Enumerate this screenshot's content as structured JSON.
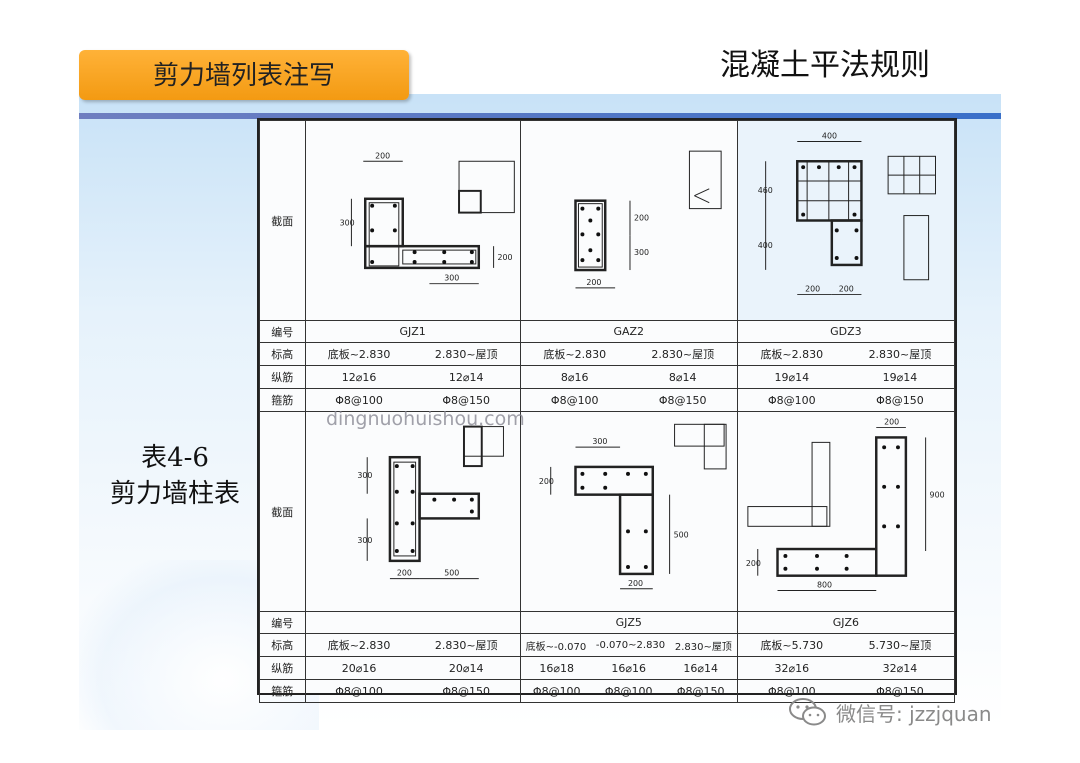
{
  "header": {
    "tab_label": "剪力墙列表注写",
    "slide_title": "混凝土平法规则"
  },
  "caption": {
    "line1": "表4-6",
    "line2": "剪力墙柱表"
  },
  "row_labels": {
    "section": "截面",
    "number": "编号",
    "elevation": "标高",
    "longitudinal": "纵筋",
    "stirrup": "箍筋"
  },
  "top_block": {
    "columns": [
      {
        "id": "GJZ1",
        "elevation": [
          "底板~2.830",
          "2.830~屋顶"
        ],
        "longitudinal": [
          "12⌀16",
          "12⌀14"
        ],
        "stirrup": [
          "Φ8@100",
          "Φ8@150"
        ],
        "dims": [
          "200",
          "300",
          "200",
          "300"
        ]
      },
      {
        "id": "GAZ2",
        "elevation": [
          "底板~2.830",
          "2.830~屋顶"
        ],
        "longitudinal": [
          "8⌀16",
          "8⌀14"
        ],
        "stirrup": [
          "Φ8@100",
          "Φ8@150"
        ],
        "dims": [
          "200",
          "300",
          "200"
        ]
      },
      {
        "id": "GDZ3",
        "elevation": [
          "底板~2.830",
          "2.830~屋顶"
        ],
        "longitudinal": [
          "19⌀14",
          "19⌀14"
        ],
        "stirrup": [
          "Φ8@100",
          "Φ8@150"
        ],
        "dims": [
          "400",
          "460",
          "400",
          "200",
          "200"
        ]
      }
    ]
  },
  "bottom_block": {
    "columns": [
      {
        "id": "",
        "elevation": [
          "底板~2.830",
          "2.830~屋顶"
        ],
        "longitudinal": [
          "20⌀16",
          "20⌀14"
        ],
        "stirrup": [
          "Φ8@100",
          "Φ8@150"
        ],
        "dims": [
          "300",
          "300",
          "200",
          "200",
          "500"
        ]
      },
      {
        "id": "GJZ5",
        "elevation": [
          "底板~-0.070",
          "-0.070~2.830",
          "2.830~屋顶"
        ],
        "longitudinal": [
          "16⌀18",
          "16⌀16",
          "16⌀14"
        ],
        "stirrup": [
          "Φ8@100",
          "Φ8@100",
          "Φ8@150"
        ],
        "dims": [
          "300",
          "200",
          "500",
          "200"
        ]
      },
      {
        "id": "GJZ6",
        "elevation": [
          "底板~5.730",
          "5.730~屋顶"
        ],
        "longitudinal": [
          "32⌀16",
          "32⌀14"
        ],
        "stirrup": [
          "Φ8@100",
          "Φ8@150"
        ],
        "dims": [
          "200",
          "900",
          "200",
          "800"
        ]
      }
    ]
  },
  "watermark": "dingnuohuishou.com",
  "wechat": "微信号: jzzjquan"
}
